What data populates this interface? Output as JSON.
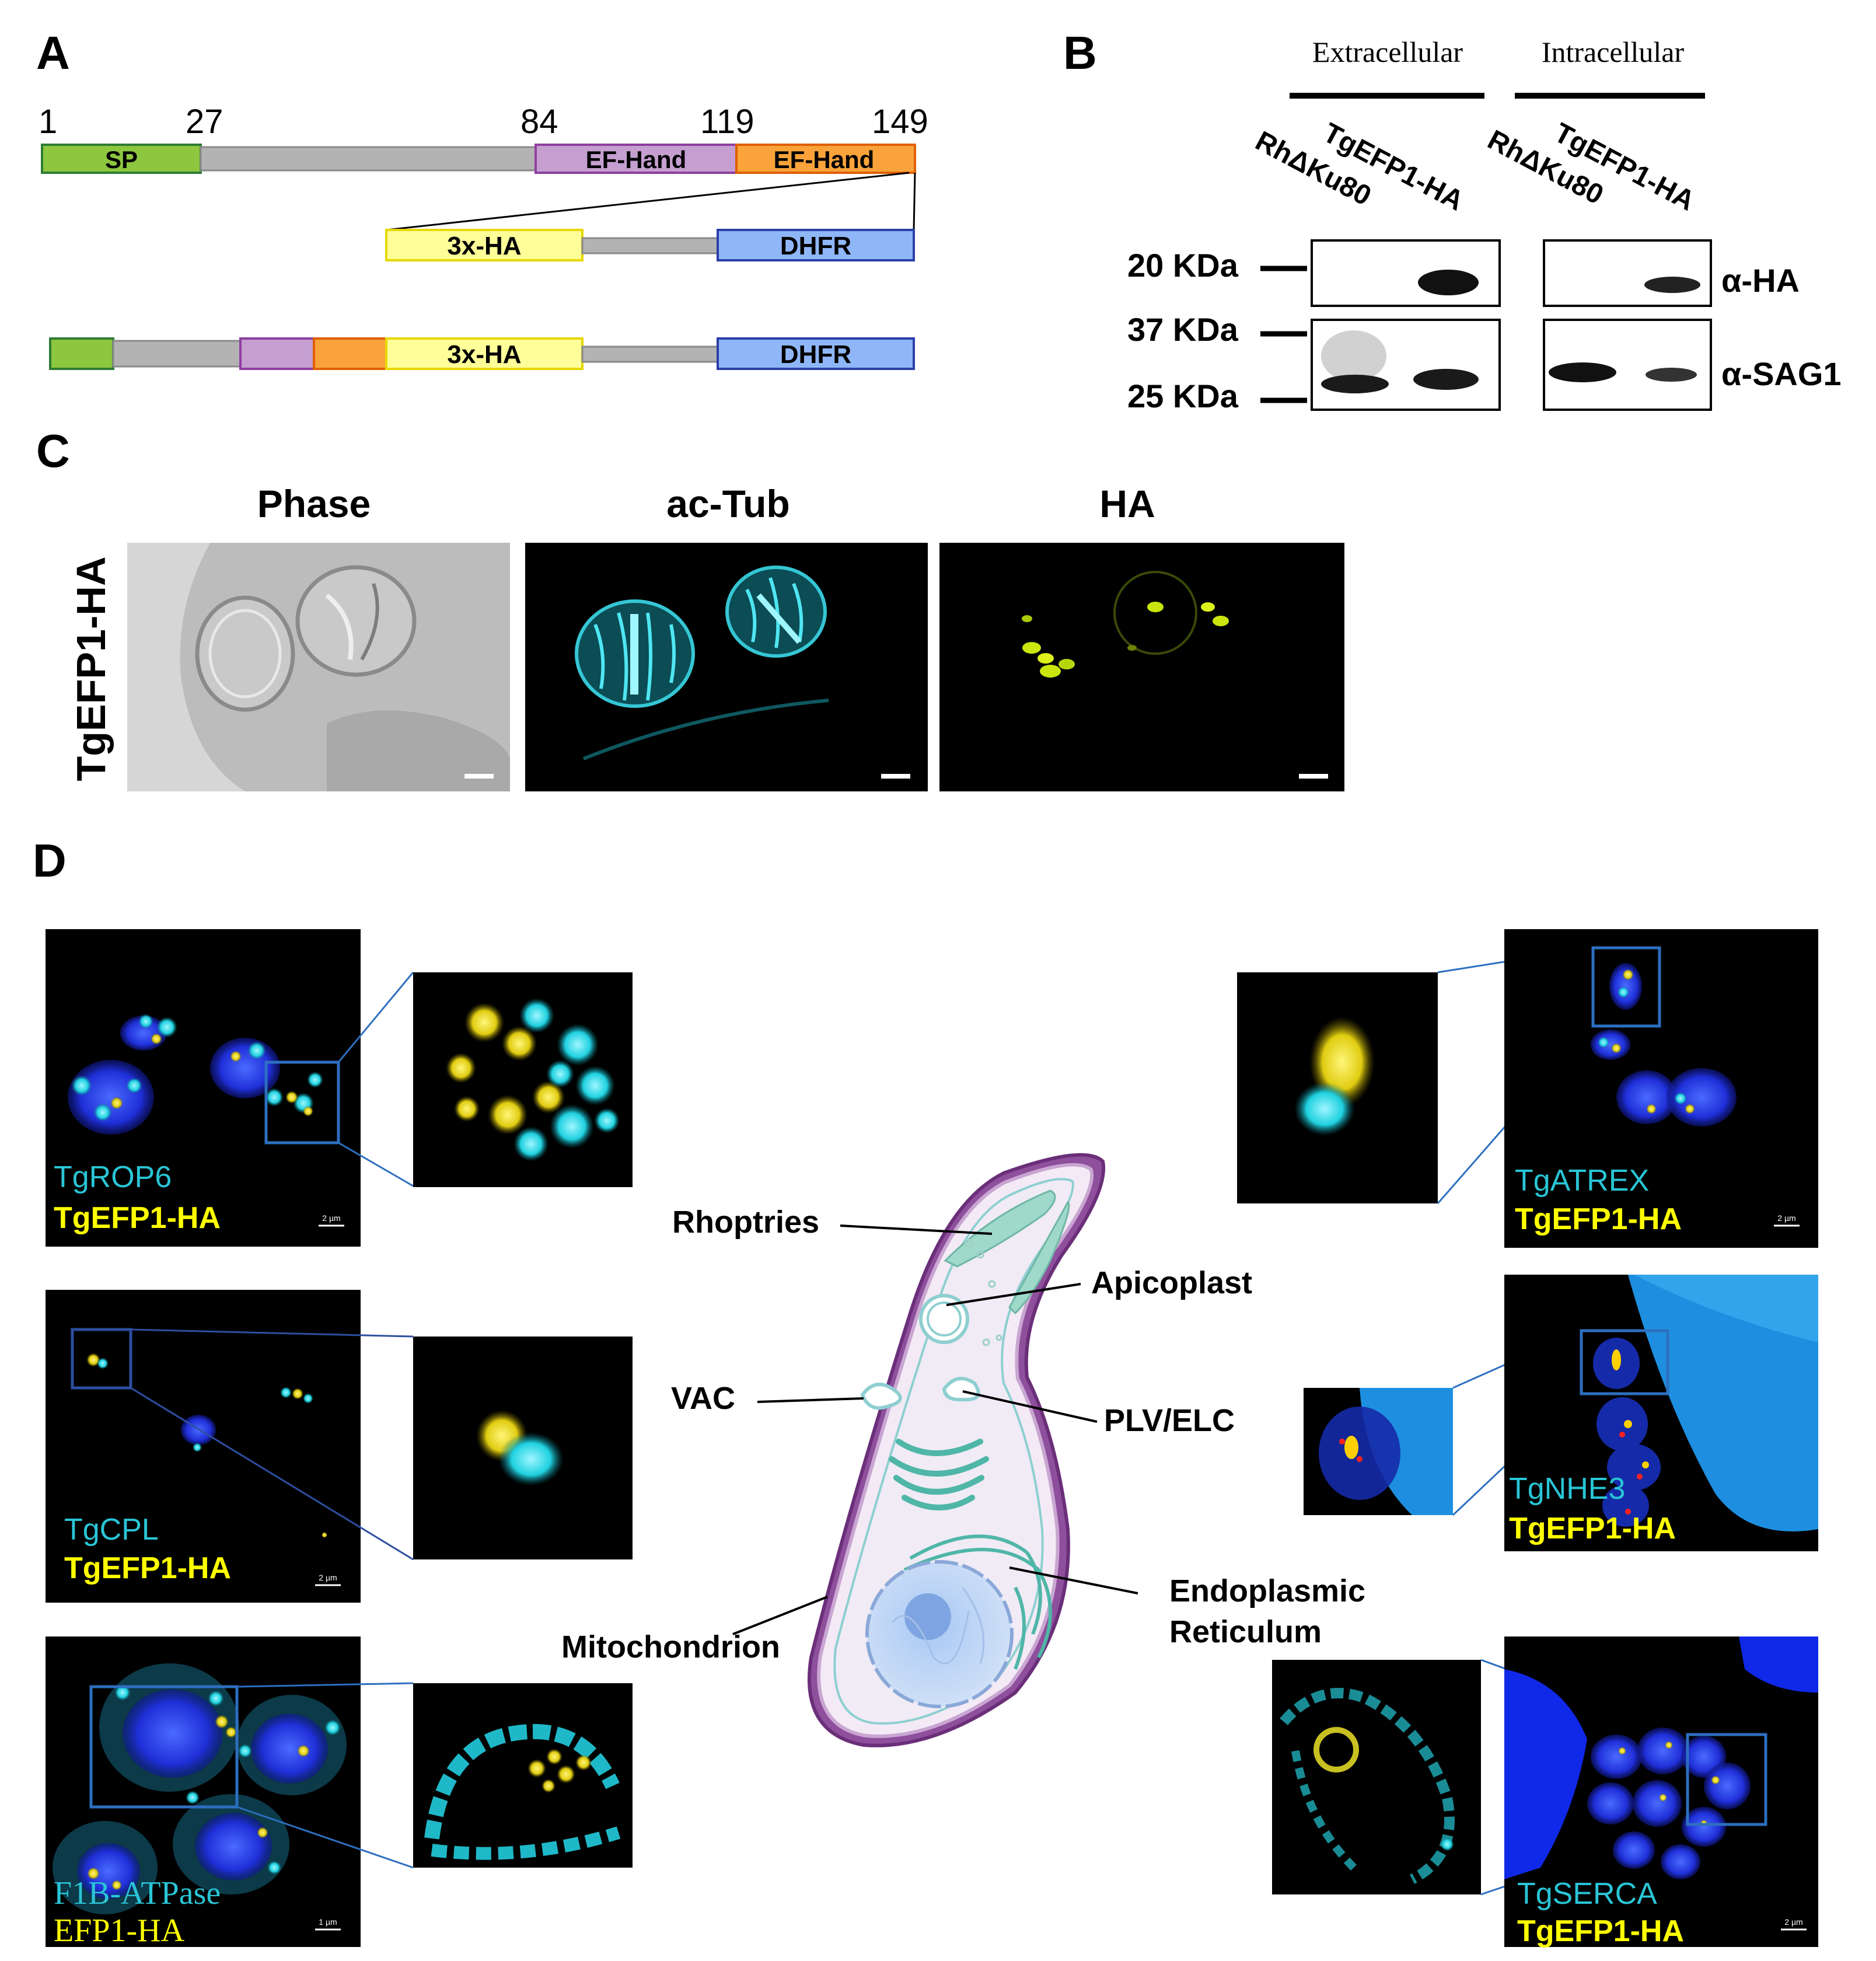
{
  "panels": {
    "a": "A",
    "b": "B",
    "c": "C",
    "d": "D"
  },
  "panel_a": {
    "positions": [
      "1",
      "27",
      "84",
      "119",
      "149"
    ],
    "domains": {
      "sp": "SP",
      "ef1": "EF-Hand",
      "ef2": "EF-Hand"
    },
    "construct": {
      "tag": "3x-HA",
      "marker": "DHFR"
    },
    "fusion": {
      "tag": "3x-HA",
      "marker": "DHFR"
    },
    "colors": {
      "sp": "#8dc63f",
      "linker": "#b3b3b3",
      "ef1": "#c49fcf",
      "ef2": "#f9a33a",
      "ha": "#ffff99",
      "dhfr": "#8fb6f7"
    }
  },
  "panel_b": {
    "groups": {
      "extracellular": "Extracellular",
      "intracellular": "Intracellular"
    },
    "lanes": {
      "wt": "RhΔKu80",
      "tag": "TgEFP1-HA"
    },
    "markers": {
      "m20": "20 KDa",
      "m37": "37 KDa",
      "m25": "25 KDa"
    },
    "probes": {
      "ha": "α-HA",
      "sag1": "α-SAG1"
    }
  },
  "panel_c": {
    "row_label": "TgEFP1-HA",
    "columns": {
      "phase": "Phase",
      "actub": "ac-Tub",
      "ha": "HA"
    }
  },
  "panel_d": {
    "rop6": {
      "marker": "TgROP6",
      "fusion": "TgEFP1-HA",
      "scale": "2 µm"
    },
    "cpl": {
      "marker": "TgCPL",
      "fusion": "TgEFP1-HA",
      "scale": "2 µm"
    },
    "f1b": {
      "marker": "F1B-ATPase",
      "fusion": "EFP1-HA",
      "scale": "1 µm"
    },
    "atrex": {
      "marker": "TgATREX",
      "fusion": "TgEFP1-HA",
      "scale": "2 µm"
    },
    "nhe3": {
      "marker": "TgNHE3",
      "fusion": "TgEFP1-HA"
    },
    "serca": {
      "marker": "TgSERCA",
      "fusion": "TgEFP1-HA",
      "scale": "2 µm"
    },
    "organelles": {
      "rhoptries": "Rhoptries",
      "apicoplast": "Apicoplast",
      "vac": "VAC",
      "plv": "PLV/ELC",
      "mito": "Mitochondrion",
      "er1": "Endoplasmic",
      "er2": "Reticulum"
    }
  }
}
